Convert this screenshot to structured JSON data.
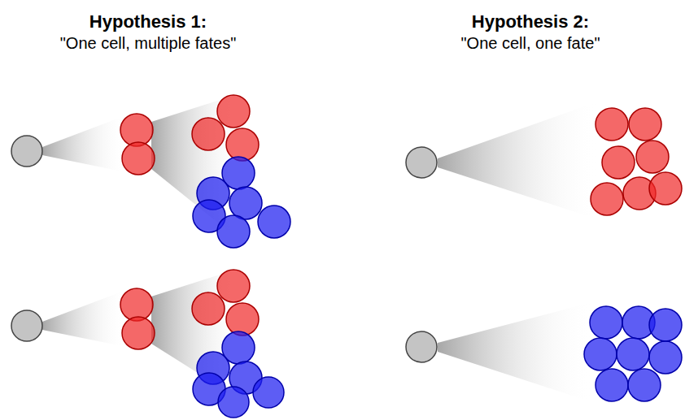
{
  "diagram": {
    "labels": [
      "Hypothesis 1:",
      "\"One cell, multiple fates\"",
      "Hypothesis 2:",
      "\"One cell, one fate\""
    ]
  }
}
